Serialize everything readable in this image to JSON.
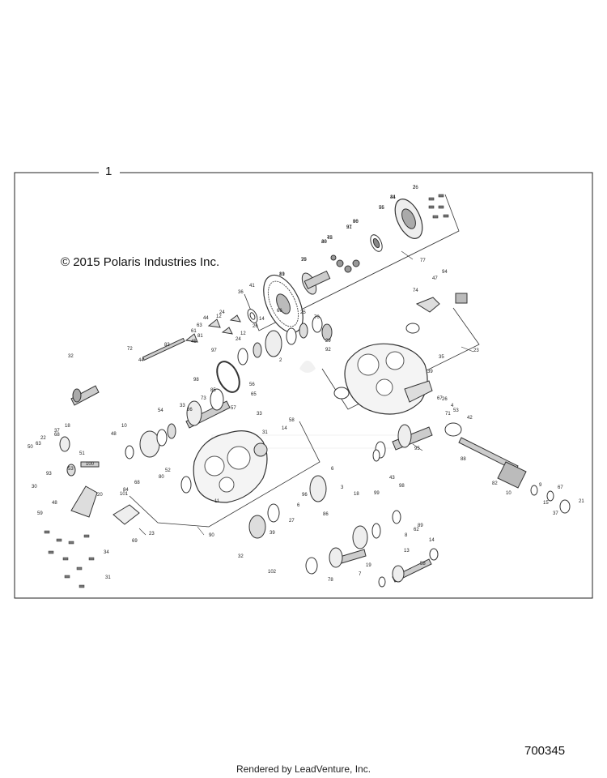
{
  "frame": {
    "title": "1"
  },
  "copyright": "© 2015 Polaris Industries Inc.",
  "drawing_id": "700345",
  "footer": "Rendered by LeadVenture, Inc.",
  "colors": {
    "line": "#222222",
    "part": "#555555",
    "background": "#ffffff"
  },
  "callouts": [
    "7",
    "41",
    "76",
    "80",
    "91",
    "75",
    "40",
    "79",
    "81",
    "36",
    "41",
    "77",
    "74",
    "94",
    "47",
    "24",
    "12",
    "44",
    "63",
    "61",
    "45",
    "81",
    "83",
    "44",
    "72",
    "12",
    "24",
    "26",
    "14",
    "66",
    "25",
    "70",
    "29",
    "35",
    "39",
    "23",
    "97",
    "98",
    "85",
    "92",
    "73",
    "33",
    "2",
    "56",
    "86",
    "54",
    "65",
    "57",
    "58",
    "33",
    "14",
    "10",
    "48",
    "67",
    "4",
    "53",
    "71",
    "42",
    "26",
    "31",
    "32",
    "18",
    "37",
    "68",
    "22",
    "63",
    "50",
    "51",
    "100",
    "53",
    "93",
    "30",
    "48",
    "20",
    "52",
    "68",
    "84",
    "101",
    "80",
    "11",
    "90",
    "43",
    "98",
    "99",
    "95",
    "6",
    "18",
    "3",
    "96",
    "86",
    "27",
    "39",
    "88",
    "82",
    "10",
    "9",
    "67",
    "15",
    "21",
    "37",
    "59",
    "69",
    "34",
    "23",
    "31",
    "32",
    "102",
    "19",
    "8",
    "62",
    "89",
    "6",
    "78",
    "7",
    "13",
    "58",
    "14",
    "26",
    "34",
    "55",
    "96",
    "37",
    "42",
    "28",
    "35",
    "19"
  ]
}
